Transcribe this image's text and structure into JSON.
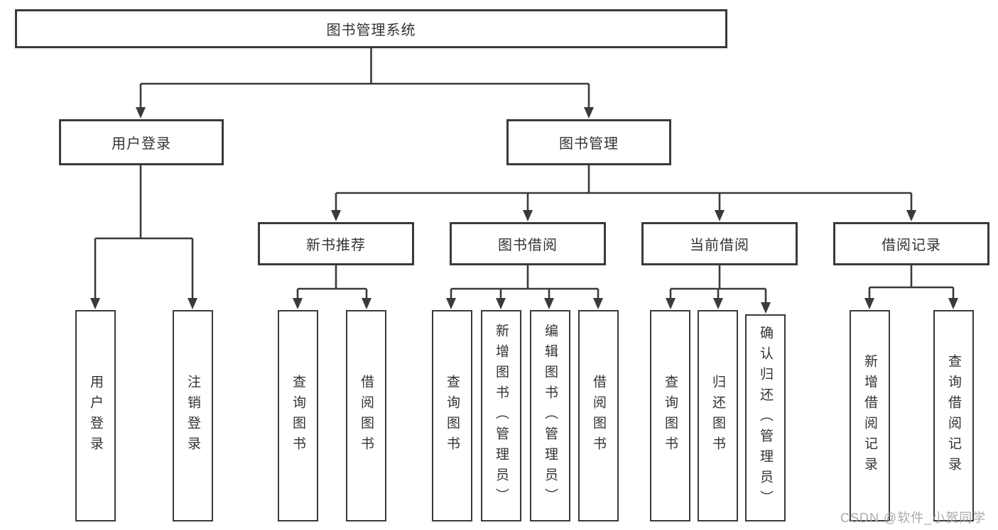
{
  "diagram": {
    "root": {
      "label": "图书管理系统"
    },
    "level2": [
      {
        "label": "用户登录"
      },
      {
        "label": "图书管理"
      }
    ],
    "level3": [
      {
        "label": "新书推荐"
      },
      {
        "label": "图书借阅"
      },
      {
        "label": "当前借阅"
      },
      {
        "label": "借阅记录"
      }
    ],
    "leaves": {
      "user_login": [
        {
          "label": "用户登录"
        },
        {
          "label": "注销登录"
        }
      ],
      "new_book": [
        {
          "label": "查询图书"
        },
        {
          "label": "借阅图书"
        }
      ],
      "book_borrow": [
        {
          "label": "查询图书"
        },
        {
          "label": "新增图书（管理员）"
        },
        {
          "label": "编辑图书（管理员）"
        },
        {
          "label": "借阅图书"
        }
      ],
      "current_borrow": [
        {
          "label": "查询图书"
        },
        {
          "label": "归还图书"
        },
        {
          "label": "确认归还（管理员）"
        }
      ],
      "borrow_record": [
        {
          "label": "新增借阅记录"
        },
        {
          "label": "查询借阅记录"
        }
      ]
    },
    "watermark": {
      "text": "CSDN @软件_小贺同学"
    },
    "colors": {
      "line": "#3a3a3a",
      "box_fill": "#ffffff",
      "text": "#333333",
      "watermark": "#a5a5a5",
      "background": "#ffffff"
    }
  }
}
